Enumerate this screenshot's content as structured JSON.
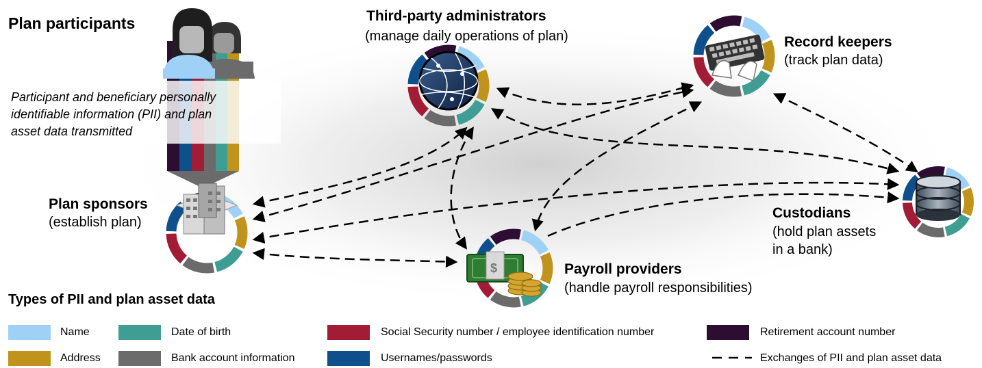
{
  "participants": {
    "title": "Plan participants",
    "note": [
      "Participant and beneficiary personally",
      "identifiable information (PII) and plan",
      "asset data transmitted"
    ]
  },
  "tpa": {
    "title": "Third-party administrators",
    "subtitle": "(manage daily operations of plan)"
  },
  "record_keepers": {
    "title": "Record keepers",
    "subtitle": "(track plan data)"
  },
  "sponsors": {
    "title": "Plan sponsors",
    "subtitle": "(establish plan)"
  },
  "payroll": {
    "title": "Payroll providers",
    "subtitle": "(handle payroll responsibilities)"
  },
  "custodians": {
    "title": "Custodians",
    "subtitle": [
      "(hold plan assets",
      "in a bank)"
    ]
  },
  "legend": {
    "title": "Types of PII and plan asset data",
    "items": [
      {
        "label": "Name",
        "color": "#9fd1f6"
      },
      {
        "label": "Address",
        "color": "#c0941c"
      },
      {
        "label": "Date of birth",
        "color": "#3f9e93"
      },
      {
        "label": "Bank account information",
        "color": "#6b6b6b"
      },
      {
        "label": "Social Security number / employee identification number",
        "color": "#a31c35"
      },
      {
        "label": "Usernames/passwords",
        "color": "#0e4f8c"
      },
      {
        "label": "Retirement account number",
        "color": "#2e0d33"
      },
      {
        "label": "Exchanges of PII and plan asset data",
        "color": "#000000"
      }
    ]
  },
  "icons": [
    "participants-icon",
    "globe-icon",
    "keyboard-hands-icon",
    "office-buildings-icon",
    "cash-coins-icon",
    "database-icon"
  ]
}
